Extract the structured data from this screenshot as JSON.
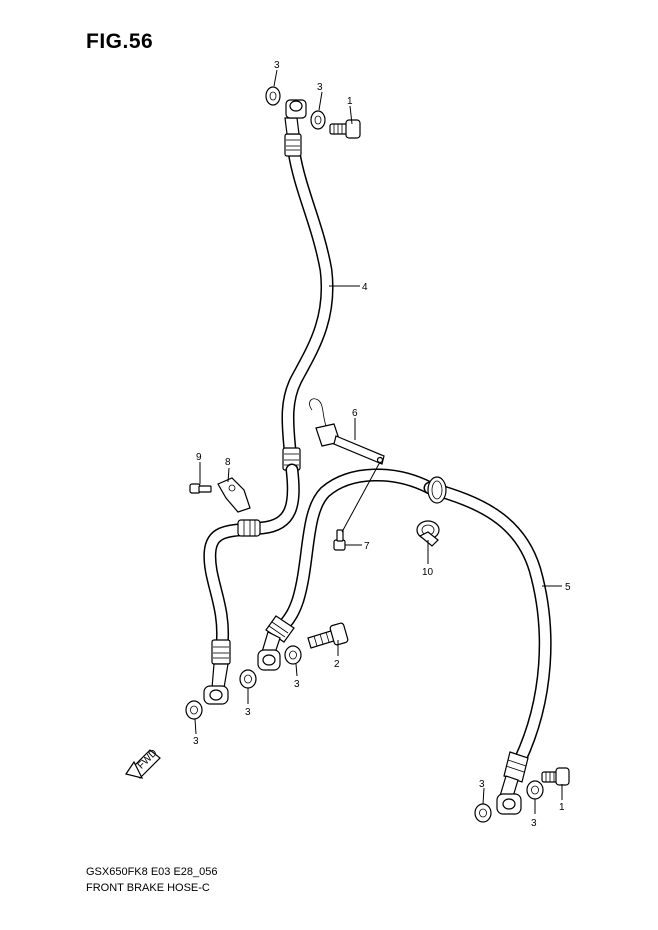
{
  "figure": {
    "title": "FIG.56"
  },
  "footer": {
    "model_code": "GSX650FK8 E03 E28_056",
    "caption": "FRONT BRAKE HOSE-C"
  },
  "fwd_label": "FWD",
  "callouts": {
    "c1": "3",
    "c2": "3",
    "c3": "1",
    "c4": "4",
    "c5": "6",
    "c6": "9",
    "c7": "8",
    "c8": "7",
    "c9": "10",
    "c10": "5",
    "c11": "2",
    "c12": "3",
    "c13": "3",
    "c14": "3",
    "c15": "3",
    "c16": "3",
    "c17": "1"
  }
}
